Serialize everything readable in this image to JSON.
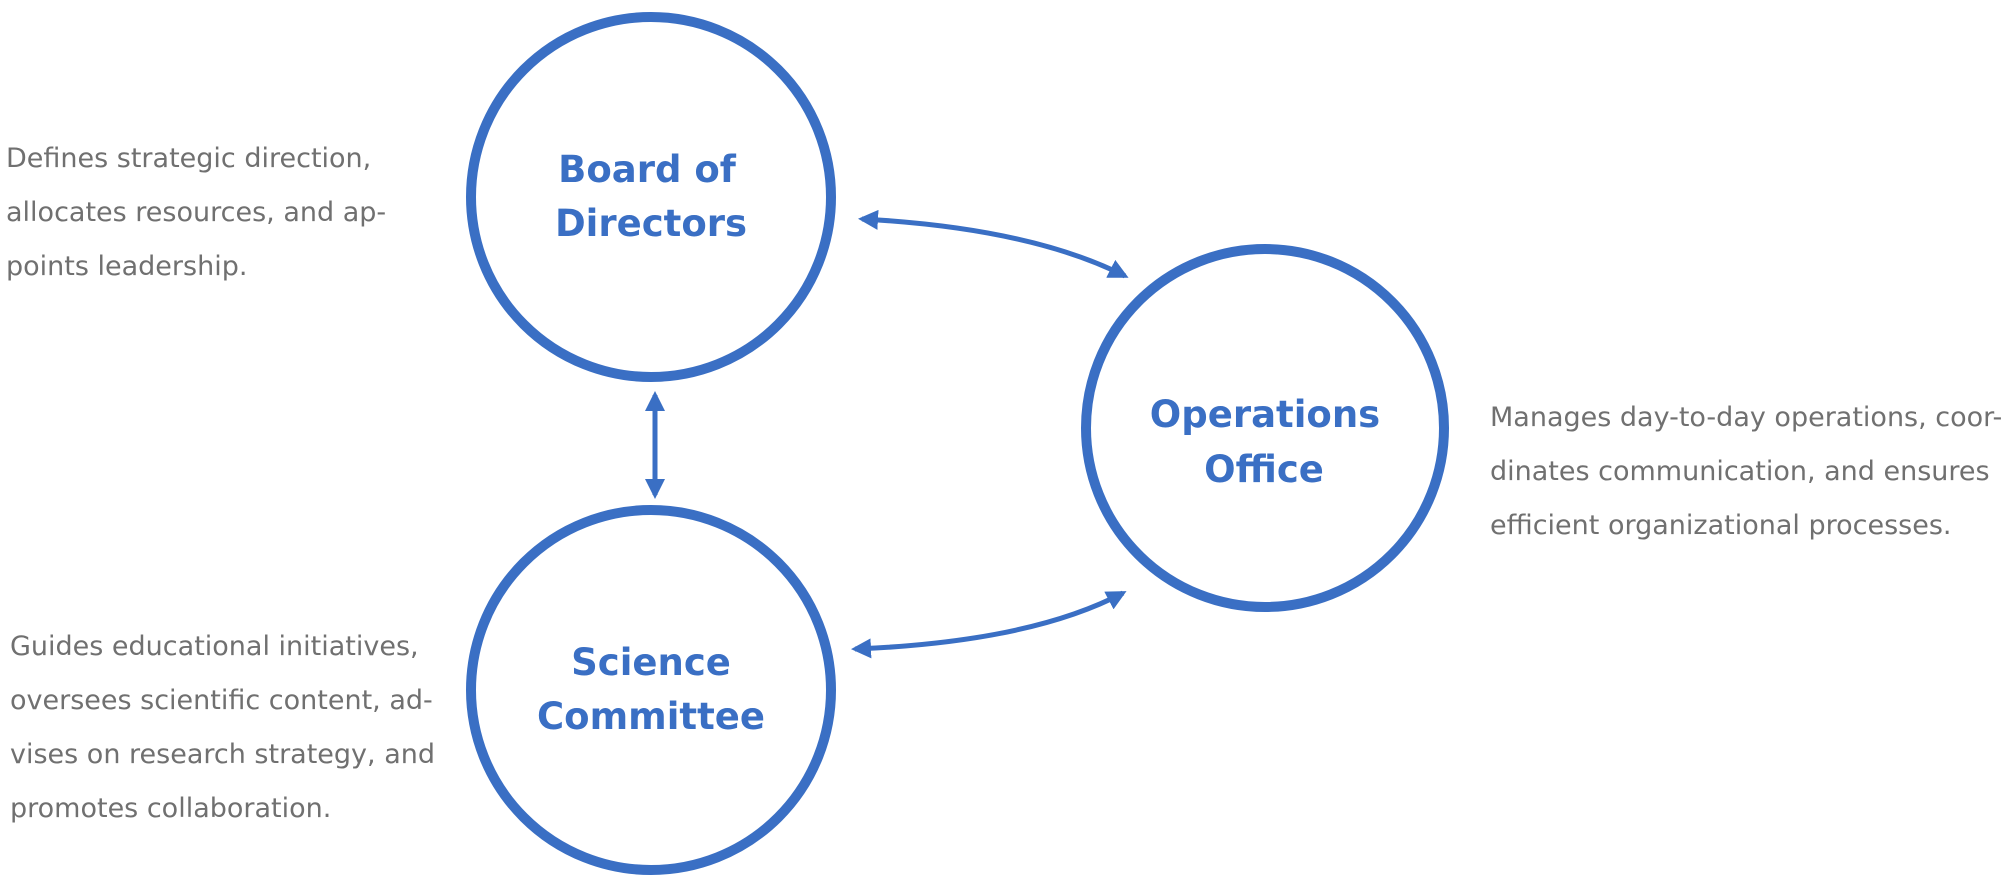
{
  "colors": {
    "accent": "#3a6fc4",
    "text_gray": "#707070",
    "background": "#ffffff"
  },
  "nodes": {
    "board": {
      "title_lines": [
        "Board of",
        "Directors"
      ],
      "description_lines": [
        "Defines strategic direction,",
        "allocates resources, and ap-",
        "points leadership."
      ]
    },
    "operations": {
      "title_lines": [
        "Operations",
        "Office"
      ],
      "description_lines": [
        "Manages day-to-day operations, coor-",
        "dinates communication, and ensures",
        "efficient organizational processes."
      ]
    },
    "science": {
      "title_lines": [
        "Science",
        "Committee"
      ],
      "description_lines": [
        "Guides educational initiatives,",
        "oversees scientific content, ad-",
        "vises on research strategy, and",
        "promotes collaboration."
      ]
    }
  },
  "connections": [
    {
      "from": "board",
      "to": "operations",
      "direction": "both"
    },
    {
      "from": "board",
      "to": "science",
      "direction": "both"
    },
    {
      "from": "science",
      "to": "operations",
      "direction": "both"
    }
  ]
}
